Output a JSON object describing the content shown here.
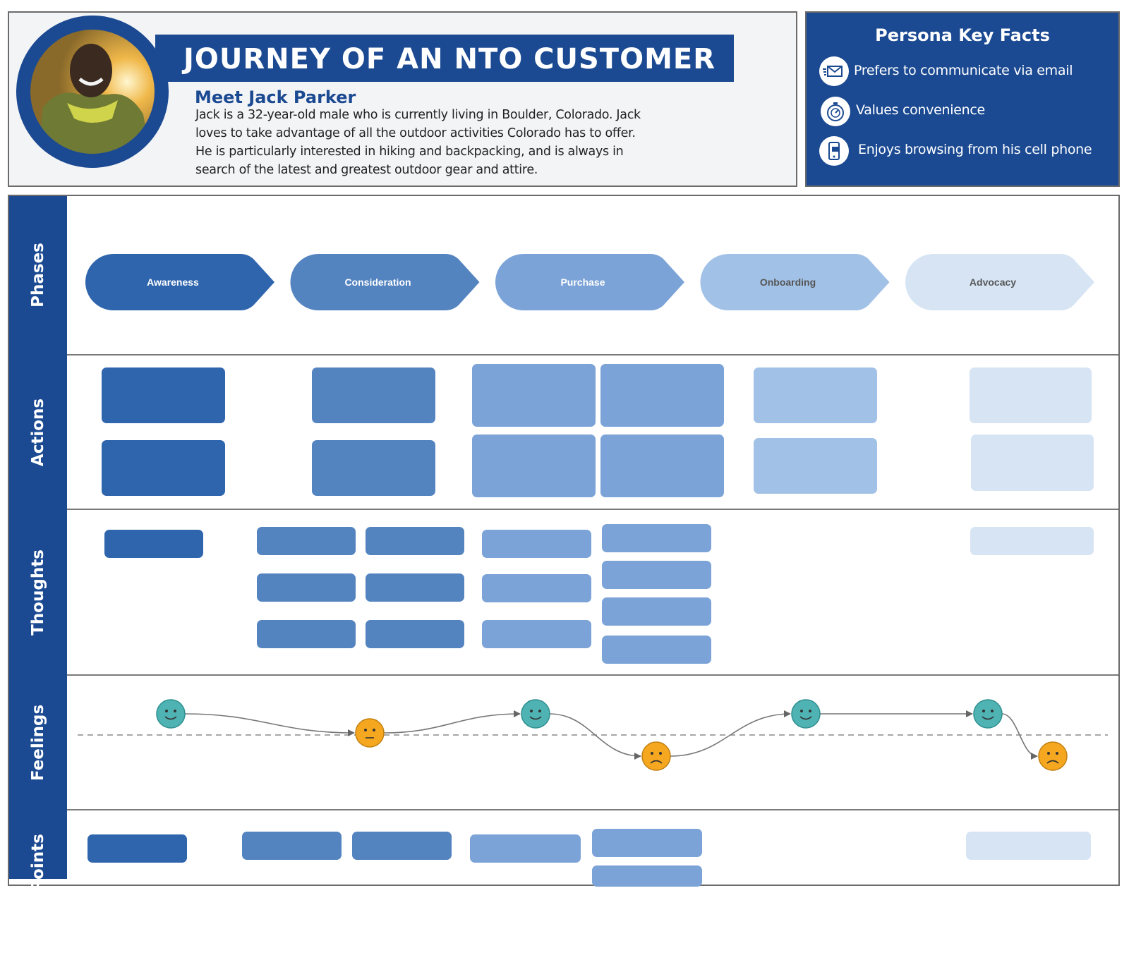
{
  "header": {
    "title": "JOURNEY OF AN NTO CUSTOMER",
    "persona_heading": "Meet Jack Parker",
    "bio_lines": [
      "Jack is a 32-year-old male who is currently living in Boulder, Colorado. Jack",
      "loves to take advantage of all the outdoor activities Colorado has to offer.",
      "He is particularly interested in hiking and backpacking, and is always in",
      "search of the latest and greatest outdoor gear and attire."
    ]
  },
  "key_facts": {
    "title": "Persona Key Facts",
    "items": [
      {
        "icon": "envelope-icon",
        "text": "Prefers to communicate via email"
      },
      {
        "icon": "stopwatch-icon",
        "text": "Values convenience"
      },
      {
        "icon": "cell-phone-icon",
        "text": "Enjoys browsing from his cell phone"
      }
    ]
  },
  "rows": {
    "phases": "Phases",
    "actions": "Actions",
    "thoughts": "Thoughts",
    "feelings": "Feelings",
    "pain_points": "Pain Points"
  },
  "phases": [
    {
      "label": "Awareness",
      "color": "#2f65ad",
      "text_color": "#ffffff"
    },
    {
      "label": "Consideration",
      "color": "#5484c0",
      "text_color": "#ffffff"
    },
    {
      "label": "Purchase",
      "color": "#7ba3d7",
      "text_color": "#ffffff"
    },
    {
      "label": "Onboarding",
      "color": "#a2c1e7",
      "text_color": "#555555"
    },
    {
      "label": "Advocacy",
      "color": "#d6e4f4",
      "text_color": "#555555"
    }
  ],
  "feelings": [
    "happy",
    "neutral",
    "happy",
    "sad",
    "happy",
    "happy",
    "sad"
  ],
  "colors": {
    "brand_blue": "#1b4a92",
    "happy_face": "#4fb3b3",
    "neutral_face": "#f5a81f",
    "sad_face": "#f5a81f"
  }
}
